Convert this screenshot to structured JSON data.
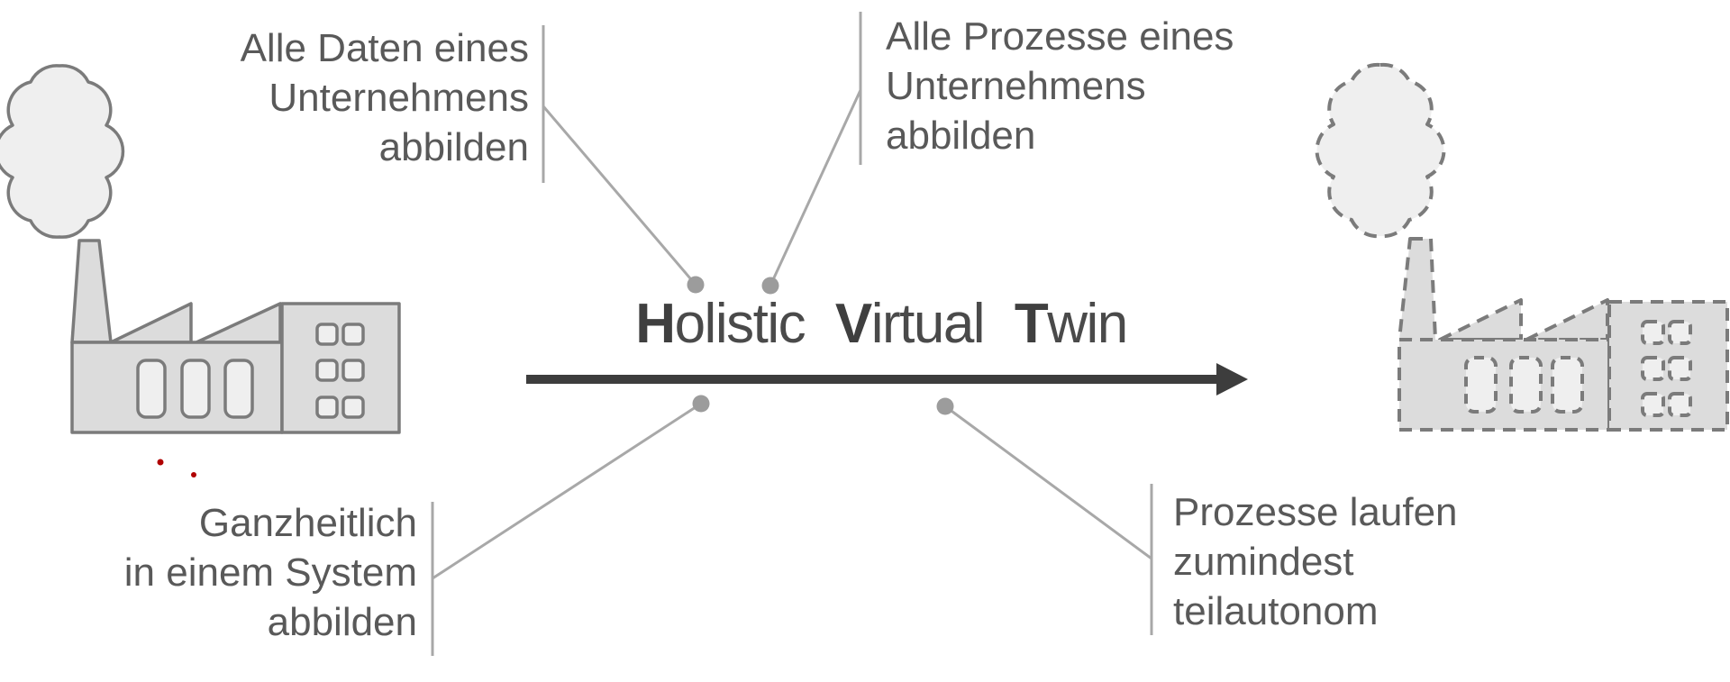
{
  "title": {
    "segments": [
      {
        "lead": "H",
        "rest": "olistic"
      },
      {
        "lead": "V",
        "rest": "irtual"
      },
      {
        "lead": "T",
        "rest": "win"
      }
    ]
  },
  "callouts": {
    "top_left": {
      "lines": [
        "Alle Daten eines",
        "Unternehmens",
        "abbilden"
      ]
    },
    "top_right": {
      "lines": [
        "Alle Prozesse eines",
        "Unternehmens",
        "abbilden"
      ]
    },
    "bottom_left": {
      "lines": [
        "Ganzheitlich",
        "in einem System",
        "abbilden"
      ]
    },
    "bottom_right": {
      "lines": [
        "Prozesse laufen",
        "zumindest",
        "teilautonom"
      ]
    }
  },
  "icons": {
    "left": "factory-solid-icon",
    "right": "factory-dashed-icon"
  },
  "colors": {
    "text": "#595959",
    "title": "#4a4a4a",
    "title-strong": "#3f3f3f",
    "arrow": "#3d3d3d",
    "leader": "#a8a8a8",
    "dot": "#9c9c9c",
    "factory-outline": "#7b7b7b",
    "factory-fill": "#dcdcdc",
    "window-fill": "#efefef",
    "smoke-fill": "#efefef",
    "red-mark": "#b00000"
  }
}
